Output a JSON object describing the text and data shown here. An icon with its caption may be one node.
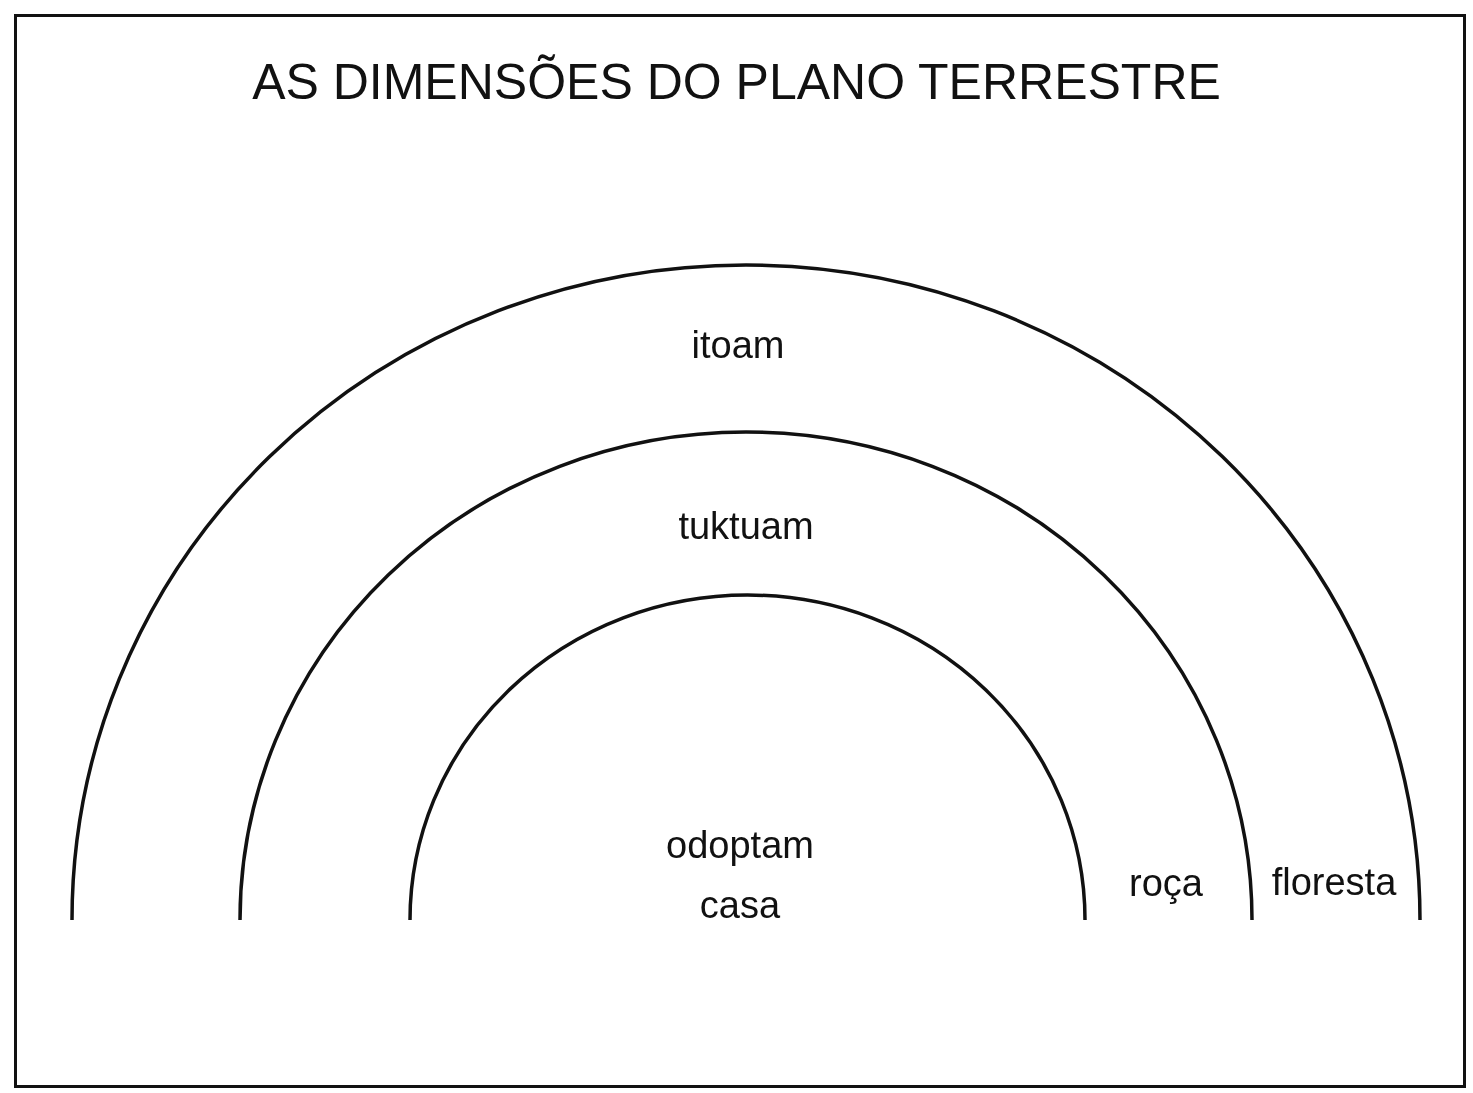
{
  "diagram": {
    "title": "AS DIMENSÕES DO PLANO TERRESTRE",
    "nodes": [
      {
        "text": [
          "itoam",
          "floresta"
        ]
      },
      {
        "text": [
          "tuktuam",
          "roça"
        ],
        "in": 0
      },
      {
        "text": [
          "odoptam",
          "casa"
        ],
        "in": 1
      }
    ]
  }
}
